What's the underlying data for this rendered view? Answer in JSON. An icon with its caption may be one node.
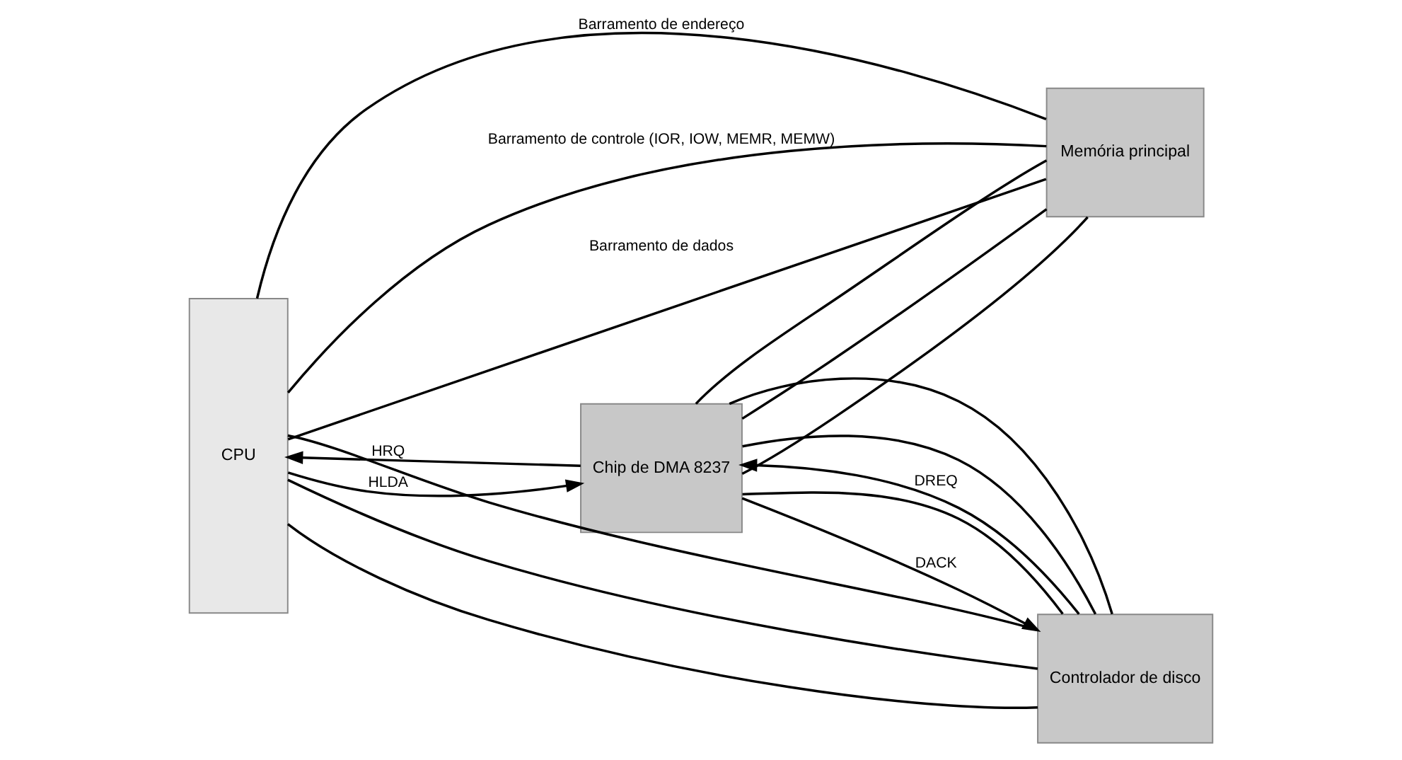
{
  "diagram": {
    "nodes": [
      {
        "text": [
          "CPU"
        ]
      },
      {
        "text": [
          "Chip de DMA 8237"
        ]
      },
      {
        "text": [
          "Memória principal"
        ]
      },
      {
        "text": [
          "Controlador de disco"
        ]
      }
    ],
    "edges": [
      {
        "from": 1,
        "to": 0,
        "arrow": "to",
        "label": "HRQ"
      },
      {
        "from": 0,
        "to": 1,
        "arrow": "to",
        "label": "HLDA"
      },
      {
        "from": 3,
        "to": 1,
        "arrow": "to",
        "label": "DREQ"
      },
      {
        "from": 1,
        "to": 3,
        "arrow": "to",
        "label": "DACK"
      },
      {
        "from": 0,
        "to": 2,
        "arrow": "none",
        "label": "Barramento de dados"
      },
      {
        "from": 0,
        "to": 3,
        "arrow": "none"
      },
      {
        "from": 1,
        "to": 2,
        "arrow": "none"
      },
      {
        "from": 1,
        "to": 3,
        "arrow": "none"
      },
      {
        "from": 0,
        "to": 2,
        "arrow": "none",
        "label": "Barramento de endereço"
      },
      {
        "from": 0,
        "to": 3,
        "arrow": "none"
      },
      {
        "from": 1,
        "to": 2,
        "arrow": "none"
      },
      {
        "from": 1,
        "to": 3,
        "arrow": "none"
      },
      {
        "from": 0,
        "to": 2,
        "arrow": "none",
        "label": "Barramento de controle (IOR, IOW, MEMR, MEMW)"
      },
      {
        "from": 0,
        "to": 3,
        "arrow": "none"
      },
      {
        "from": 1,
        "to": 2,
        "arrow": "none"
      },
      {
        "from": 1,
        "to": 3,
        "arrow": "none"
      }
    ]
  }
}
